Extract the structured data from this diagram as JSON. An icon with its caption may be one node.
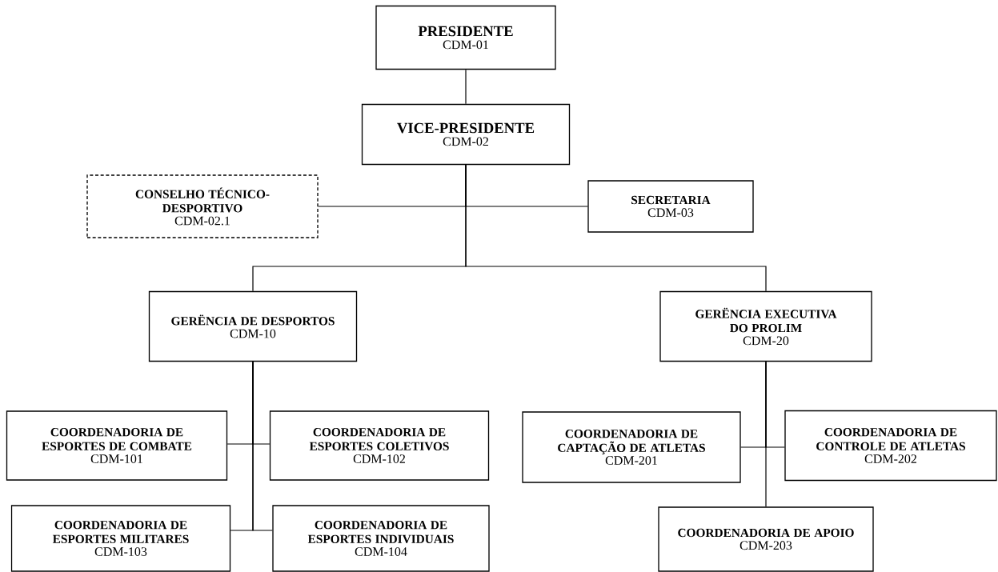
{
  "diagram": {
    "nodes": [
      {
        "text": [
          "PRESIDENTE",
          "CDM-01"
        ]
      },
      {
        "text": [
          "VICE-PRESIDENTE",
          "CDM-02"
        ]
      },
      {
        "text": [
          "CONSELHO TÉCNICO-DESPORTIVO",
          "CDM-02.1"
        ]
      },
      {
        "text": [
          "SECRETARIA",
          "CDM-03"
        ]
      },
      {
        "text": [
          "GERËNCIA DE DESPORTOS",
          "CDM-10"
        ]
      },
      {
        "text": [
          "GERËNCIA EXECUTIVA DO PROLIM",
          "CDM-20"
        ]
      },
      {
        "text": [
          "COORDENADORIA DE ESPORTES DE COMBATE",
          "CDM-101"
        ]
      },
      {
        "text": [
          "COORDENADORIA DE ESPORTES COLETIVOS",
          "CDM-102"
        ]
      },
      {
        "text": [
          "COORDENADORIA DE ESPORTES MILITARES",
          "CDM-103"
        ]
      },
      {
        "text": [
          "COORDENADORIA DE ESPORTES INDIVIDUAIS",
          "CDM-104"
        ]
      },
      {
        "text": [
          "COORDENADORIA DE CAPTAÇÃO DE ATLETAS",
          "CDM-201"
        ]
      },
      {
        "text": [
          "COORDENADORIA DE CONTROLE DE ATLETAS",
          "CDM-202"
        ]
      },
      {
        "text": [
          "COORDENADORIA DE APOIO",
          "CDM-203"
        ]
      }
    ],
    "edges": [
      {
        "from": 0,
        "to": 1,
        "arrow": "none"
      },
      {
        "from": 1,
        "to": 2,
        "arrow": "none"
      },
      {
        "from": 1,
        "to": 3,
        "arrow": "none"
      },
      {
        "from": 1,
        "to": 4,
        "arrow": "none"
      },
      {
        "from": 1,
        "to": 5,
        "arrow": "none"
      },
      {
        "from": 4,
        "to": 6,
        "arrow": "none"
      },
      {
        "from": 4,
        "to": 7,
        "arrow": "none"
      },
      {
        "from": 4,
        "to": 8,
        "arrow": "none"
      },
      {
        "from": 4,
        "to": 9,
        "arrow": "none"
      },
      {
        "from": 5,
        "to": 10,
        "arrow": "none"
      },
      {
        "from": 5,
        "to": 11,
        "arrow": "none"
      },
      {
        "from": 5,
        "to": 12,
        "arrow": "none"
      }
    ]
  }
}
